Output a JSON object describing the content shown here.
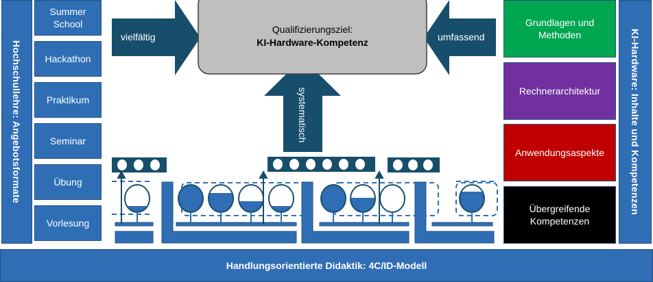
{
  "left_column": {
    "title": "Hochschullehre: Angebotsformate",
    "items": [
      "Summer School",
      "Hackathon",
      "Praktikum",
      "Seminar",
      "Übung",
      "Vorlesung"
    ]
  },
  "right_column": {
    "title": "KI-Hardware: Inhalte und Kompetenzen",
    "items": [
      {
        "label": "Grundlagen und Methoden",
        "color": "#00a650"
      },
      {
        "label": "Rechnerarchitektur",
        "color": "#7030a0"
      },
      {
        "label": "Anwendungsaspekte",
        "color": "#c00000"
      },
      {
        "label": "Übergreifende Kompetenzen",
        "color": "#000000"
      }
    ]
  },
  "center": {
    "goal_line1": "Qualifizierungsziel:",
    "goal_line2": "KI-Hardware-Kompetenz",
    "arrow_left": "vielfältig",
    "arrow_right": "umfassend",
    "arrow_up": "systematisch"
  },
  "footer": {
    "label": "Handlungsorientierte Didaktik: 4C/ID-Modell"
  },
  "colors": {
    "blue": "#2f6eb5",
    "dark": "#174e6b",
    "goal": "#bfbfbf"
  }
}
